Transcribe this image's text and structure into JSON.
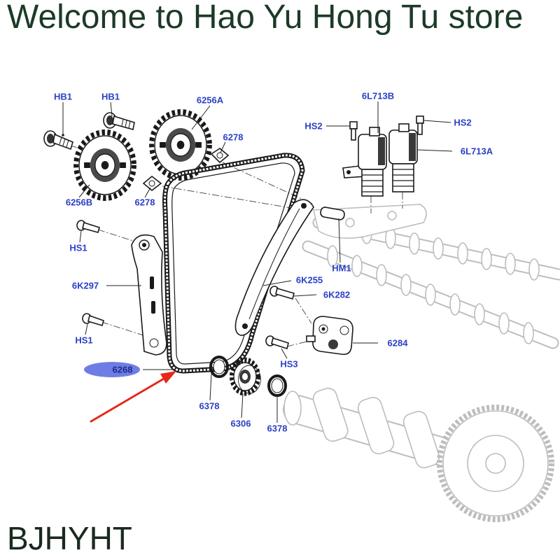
{
  "banner": {
    "title": "Welcome to Hao Yu Hong Tu store"
  },
  "brand": "BJHYHT",
  "callouts": [
    "HB1",
    "HB1",
    "6256A",
    "6278",
    "6256B",
    "6278",
    "6L713B",
    "HS2",
    "HS2",
    "6L713A",
    "HS1",
    "6K297",
    "HM1",
    "6K255",
    "6K282",
    "HS1",
    "6284",
    "6268",
    "HS3",
    "6378",
    "6306",
    "6378"
  ],
  "colors": {
    "banner_text": "#1c3a27",
    "brand_text": "#1a2a1f",
    "label_text": "#2b40c6",
    "highlight": "#5566e0",
    "arrow": "#e8261c",
    "part_line": "#1a1a1a",
    "background_part": "#bdbdbd"
  }
}
